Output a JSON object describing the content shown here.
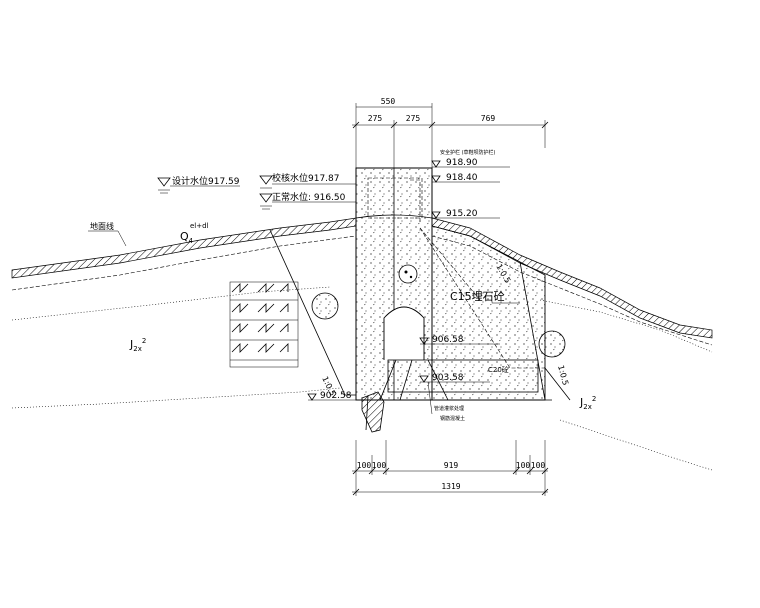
{
  "dimensions": {
    "top_total": "550",
    "top_left": "275",
    "top_right": "275",
    "top_ext": "769",
    "bottom_l1": "100",
    "bottom_l2": "100",
    "bottom_mid": "919",
    "bottom_r1": "100",
    "bottom_r2": "100",
    "bottom_total": "1319"
  },
  "water_levels": {
    "design": "设计水位917.59",
    "check": "校核水位917.87",
    "normal": "正常水位: 916.50"
  },
  "elevations": {
    "e1": "918.90",
    "e2": "918.40",
    "e3": "915.20",
    "e4": "906.58",
    "e5": "903.58",
    "e6": "902.58"
  },
  "notes": {
    "top_note": "安全护栏 (草鞋坝防护栏)",
    "pipe_note": "管道灌浆处理",
    "pipe_note2": "钢筋混凝土",
    "ground_line": "地面线"
  },
  "geology": {
    "q4": "Q",
    "q4_sub": "4",
    "q4_sup": "el+dl",
    "j_left": "J",
    "j_left_sub": "2x",
    "j_left_sup": "2",
    "j_right": "J",
    "j_right_sub": "2x",
    "j_right_sup": "2"
  },
  "materials": {
    "c15": "C15埋石砼",
    "c20": "C20砼"
  },
  "slopes": {
    "left": "1:0.5",
    "right": "1:0.5",
    "mid": "1:0.5"
  }
}
